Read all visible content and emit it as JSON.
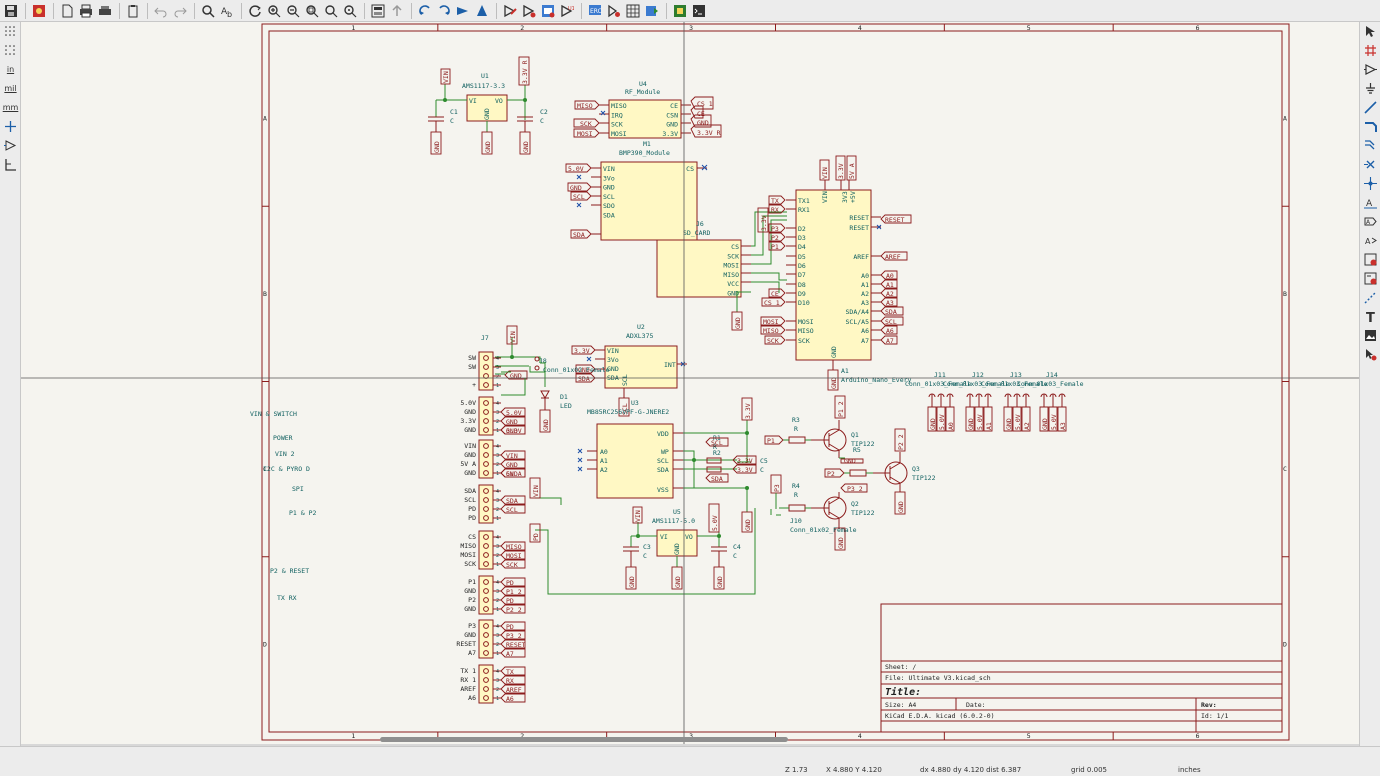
{
  "status": {
    "zoom": "Z 1.73",
    "cursor": "X 4.880  Y 4.120",
    "delta": "dx 4.880  dy 4.120  dist 6.387",
    "grid": "grid 0.005",
    "units": "inches"
  },
  "left_toolbar": {
    "units_in": "in",
    "units_mil": "mil",
    "units_mm": "mm"
  },
  "colors": {
    "frame": "#8c1c1c",
    "wire": "#2e8b2e",
    "text": "#0f5f5f",
    "body": "#fff8c4",
    "label": "#8c1c1c",
    "canvas": "#f5f4ef",
    "cursor": "#555555"
  },
  "frame": {
    "columns": [
      "1",
      "2",
      "3",
      "4",
      "5",
      "6"
    ],
    "rows": [
      "A",
      "B",
      "C",
      "D"
    ]
  },
  "title_block": {
    "sheet": "Sheet: /",
    "file": "File: Ultimate V3.kicad_sch",
    "title": "Title:",
    "size": "Size: A4",
    "date": "Date:",
    "rev": "Rev:",
    "app": "KiCad E.D.A.  kicad (6.0.2-0)",
    "id": "Id: 1/1"
  },
  "notes": [
    {
      "text": "VIN & SWITCH"
    },
    {
      "text": "POWER"
    },
    {
      "text": "VIN 2"
    },
    {
      "text": "I2C & PYRO D"
    },
    {
      "text": "SPI"
    },
    {
      "text": "P1 & P2"
    },
    {
      "text": "P2 & RESET"
    },
    {
      "text": "TX RX"
    }
  ],
  "components": {
    "u1": {
      "ref": "U1",
      "value": "AMS1117-3.3",
      "pins": [
        "VI",
        "VO",
        "GND"
      ]
    },
    "c1": {
      "ref": "C1",
      "value": "C"
    },
    "c2": {
      "ref": "C2",
      "value": "C"
    },
    "u4": {
      "ref": "U4",
      "value": "RF_Module",
      "pins_left": [
        "MISO",
        "IRQ",
        "SCK",
        "MOSI"
      ],
      "pins_right": [
        "CE",
        "CSN",
        "GND",
        "3.3V"
      ]
    },
    "m1": {
      "ref": "M1",
      "value": "BMP390_Module",
      "pins_left": [
        "VIN",
        "3Vo",
        "GND",
        "SCL",
        "SDO",
        "SDA"
      ],
      "pin_right": "CS"
    },
    "j6": {
      "ref": "J6",
      "value": "SD_CARD",
      "pins": [
        "CS",
        "SCK",
        "MOSI",
        "MISO",
        "VCC",
        "GND"
      ]
    },
    "a1": {
      "ref": "A1",
      "value": "Arduino_Nano_Every",
      "pins_left": [
        "TX1",
        "RX1",
        "D2",
        "D3",
        "D4",
        "D5",
        "D6",
        "D7",
        "D8",
        "D9",
        "D10",
        "MOSI",
        "MISO",
        "SCK"
      ],
      "pins_right": [
        "RESET",
        "RESET",
        "AREF",
        "A0",
        "A1",
        "A2",
        "A3",
        "SDA/A4",
        "SCL/A5",
        "A6",
        "A7"
      ],
      "pins_top": [
        "VIN",
        "3V3",
        "+5V"
      ],
      "pin_bottom": "GND"
    },
    "u2": {
      "ref": "U2",
      "value": "ADXL375",
      "pins_left": [
        "VIN",
        "3Vo",
        "GND",
        "SDA"
      ],
      "pin_right": "INT",
      "pin_bottom": "SCL"
    },
    "j8": {
      "ref": "J8",
      "value": "Conn_01x02_Female"
    },
    "d1": {
      "ref": "D1",
      "value": "LED"
    },
    "u3": {
      "ref": "U3",
      "value": "MB85RC256VPF-G-JNERE2",
      "pins_left": [
        "A0",
        "A1",
        "A2"
      ],
      "pins_right": [
        "VDD",
        "WP",
        "SCL",
        "SDA",
        "VSS"
      ]
    },
    "r1": {
      "ref": "R1",
      "value": "R"
    },
    "r2": {
      "ref": "R2",
      "value": "R"
    },
    "c5": {
      "ref": "C5",
      "value": "C"
    },
    "r3": {
      "ref": "R3",
      "value": "R"
    },
    "r4": {
      "ref": "R4",
      "value": "R"
    },
    "r5": {
      "ref": "R5",
      "value": "R"
    },
    "q1": {
      "ref": "Q1",
      "value": "TIP122"
    },
    "q2": {
      "ref": "Q2",
      "value": "TIP122"
    },
    "q3": {
      "ref": "Q3",
      "value": "TIP122"
    },
    "j10": {
      "ref": "J10",
      "value": "Conn_01x02_Female"
    },
    "u5": {
      "ref": "U5",
      "value": "AMS1117-5.0",
      "pins": [
        "VI",
        "VO",
        "GND"
      ]
    },
    "c3": {
      "ref": "C3",
      "value": "C"
    },
    "c4": {
      "ref": "C4",
      "value": "C"
    },
    "j7": {
      "ref": "J7"
    }
  },
  "labels": {
    "vin": "VIN",
    "gnd": "GND",
    "v33": "3.3V",
    "v33r": "3.3V R",
    "v50": "5.0V",
    "miso": "MISO",
    "mosi": "MOSI",
    "sck": "SCK",
    "sda": "SDA",
    "scl": "SCL",
    "ce": "CE",
    "cs1": "CS 1",
    "tx": "TX",
    "rx": "RX",
    "tx1": "TX 1",
    "rx1": "RX 1",
    "p1": "P1",
    "p2": "P2",
    "p3": "P3",
    "p12": "P1 2",
    "p22": "P2 2",
    "p32": "P3 2",
    "pd": "PD",
    "reset": "RESET",
    "aref": "AREF",
    "a0": "A0",
    "a1": "A1",
    "a2": "A2",
    "a3": "A3",
    "a6": "A6",
    "a7": "A7",
    "v5a": "5V A",
    "v33a": "3.3V A",
    "v33b": "3.3V B"
  },
  "headers": [
    {
      "name": "sw-header",
      "rows": [
        "SW",
        "SW",
        "",
        "+"
      ]
    },
    {
      "name": "power-header",
      "rows": [
        "5.0V",
        "GND",
        "3.3V",
        "GND"
      ]
    },
    {
      "name": "vin2-header",
      "rows": [
        "VIN",
        "GND",
        "5V A",
        "GND"
      ]
    },
    {
      "name": "i2c-header",
      "rows": [
        "SDA",
        "SCL",
        "PD",
        "PD"
      ]
    },
    {
      "name": "spi-header",
      "rows": [
        "CS",
        "MISO",
        "MOSI",
        "SCK"
      ]
    },
    {
      "name": "p1p2-header",
      "rows": [
        "P1",
        "GND",
        "P2",
        "GND"
      ]
    },
    {
      "name": "p2reset-header",
      "rows": [
        "P3",
        "GND",
        "RESET",
        "A7"
      ]
    },
    {
      "name": "txrx-header",
      "rows": [
        "TX 1",
        "RX 1",
        "AREF",
        "A6"
      ]
    }
  ],
  "conns_right": [
    {
      "ref": "J11",
      "value": "Conn_01x03_Female",
      "pins": [
        "GND",
        "5.0V",
        "A0"
      ]
    },
    {
      "ref": "J12",
      "value": "Conn_01x03_Female",
      "pins": [
        "GND",
        "5.0V",
        "A1"
      ]
    },
    {
      "ref": "J13",
      "value": "Conn_01x03_Female",
      "pins": [
        "GND",
        "5.0V",
        "A2"
      ]
    },
    {
      "ref": "J14",
      "value": "Conn_01x03_Female",
      "pins": [
        "GND",
        "5.0V",
        "A3"
      ]
    }
  ]
}
